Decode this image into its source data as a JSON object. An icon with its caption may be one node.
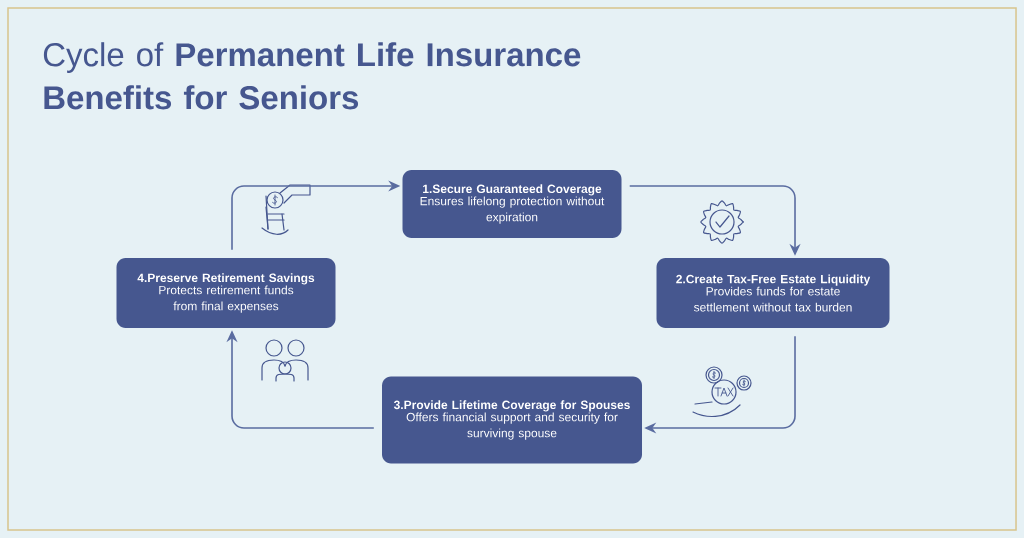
{
  "diagram": {
    "title": "Cycle of **Permanent Life Insurance Benefits for Seniors**",
    "nodes": [
      {
        "text": [
          "1.Secure Guaranteed Coverage",
          "Ensures lifelong protection without expiration"
        ]
      },
      {
        "text": [
          "2.Create Tax-Free Estate Liquidity",
          "Provides funds for estate settlement without tax burden"
        ]
      },
      {
        "text": [
          "3.Provide Lifetime Coverage for Spouses",
          "Offers financial support and security for surviving spouse"
        ]
      },
      {
        "text": [
          "4.Preserve Retirement Savings",
          "Protects retirement funds from final expenses"
        ]
      }
    ],
    "edges": [
      {
        "from": 0,
        "to": 1,
        "arrow": "to"
      },
      {
        "from": 1,
        "to": 2,
        "arrow": "to"
      },
      {
        "from": 2,
        "to": 3,
        "arrow": "to"
      },
      {
        "from": 3,
        "to": 0,
        "arrow": "to"
      }
    ]
  }
}
